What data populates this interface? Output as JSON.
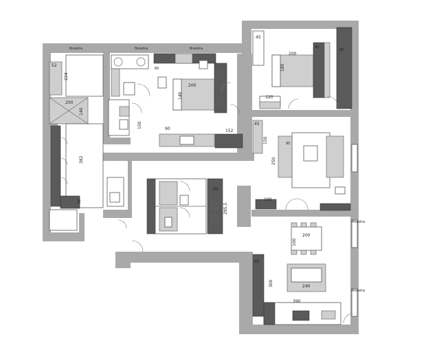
{
  "plan": {
    "dims": {
      "d52": "52",
      "d224": "224",
      "d200_corr": "200",
      "d140_corr": "140",
      "d382": "382",
      "d55": "55",
      "d60_bath": "60",
      "d150_bath": "150",
      "d200_bed2": "200",
      "d140_bed2": "140",
      "d90": "90",
      "d152": "152",
      "d45_top": "45",
      "d200_bed1": "200",
      "d180": "180",
      "d40": "40",
      "d60_bed1": "60",
      "d120": "120",
      "d45_liv": "45",
      "d150_liv": "150",
      "d250": "250",
      "d95": "95",
      "d100_liv": "100",
      "d90_bath": "90",
      "d295": "295,5",
      "d200_din": "200",
      "d100_din": "100",
      "d60_kit": "60",
      "d300": "300",
      "d240": "240",
      "d390": "390"
    },
    "wall_labels": {
      "w1": "finestra",
      "w2": "finestra",
      "w3": "finestra",
      "w4": "finestra",
      "w5": "finestra"
    }
  }
}
